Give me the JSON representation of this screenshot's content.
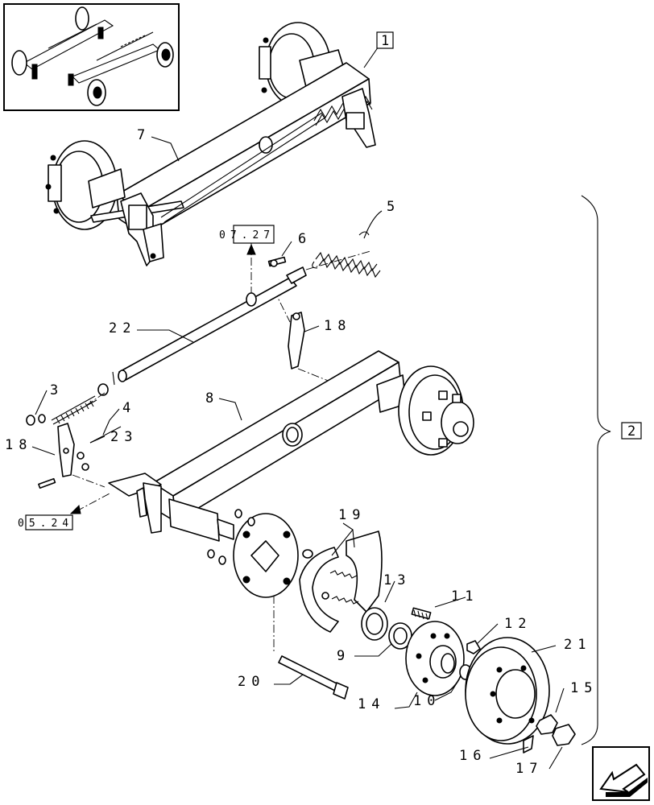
{
  "callouts": {
    "c1": "1",
    "c2": "2",
    "c3": "3",
    "c4": "4",
    "c5": "5",
    "c6": "6",
    "c7": "7",
    "c8": "8",
    "c9": "9",
    "c10": "10",
    "c11": "11",
    "c12": "12",
    "c13": "13",
    "c14": "14",
    "c15": "15",
    "c16": "16",
    "c17": "17",
    "c18a": "18",
    "c18b": "18",
    "c19": "19",
    "c20": "20",
    "c21": "21",
    "c22": "22",
    "c23": "23"
  },
  "references": {
    "ref_top": "07.27",
    "ref_left": "05.24"
  },
  "icons": {
    "thumbnail": "axle-overview-thumbnail",
    "nav": "previous-page-arrow-icon"
  }
}
